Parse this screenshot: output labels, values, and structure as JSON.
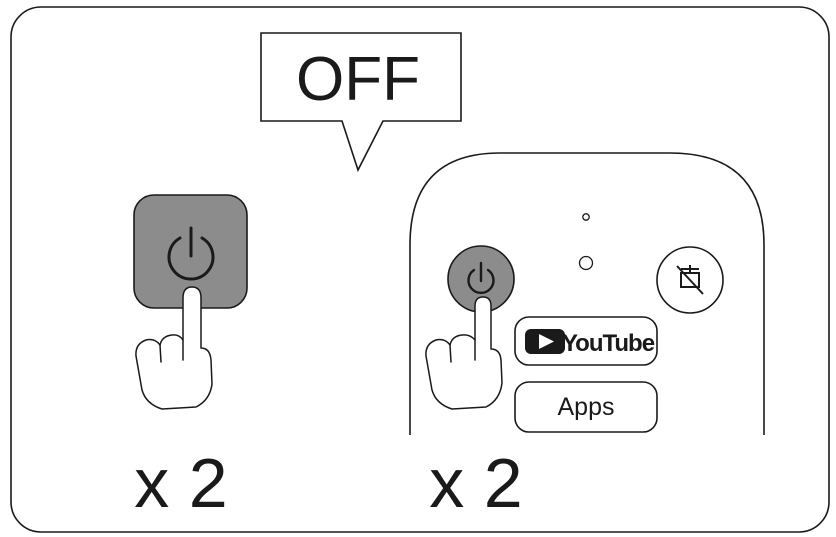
{
  "callout": {
    "label": "OFF"
  },
  "left_panel": {
    "button_icon": "power-icon",
    "press_count": "x 2"
  },
  "remote": {
    "power_icon": "power-icon",
    "mute_icon": "picture-mute-icon",
    "youtube_label": "YouTube",
    "youtube_icon": "play-icon",
    "apps_label": "Apps",
    "press_count": "x 2"
  },
  "colors": {
    "button_fill": "#8c8c8c",
    "line": "#1a1a1a",
    "youtube_badge": "#1a1a1a"
  }
}
